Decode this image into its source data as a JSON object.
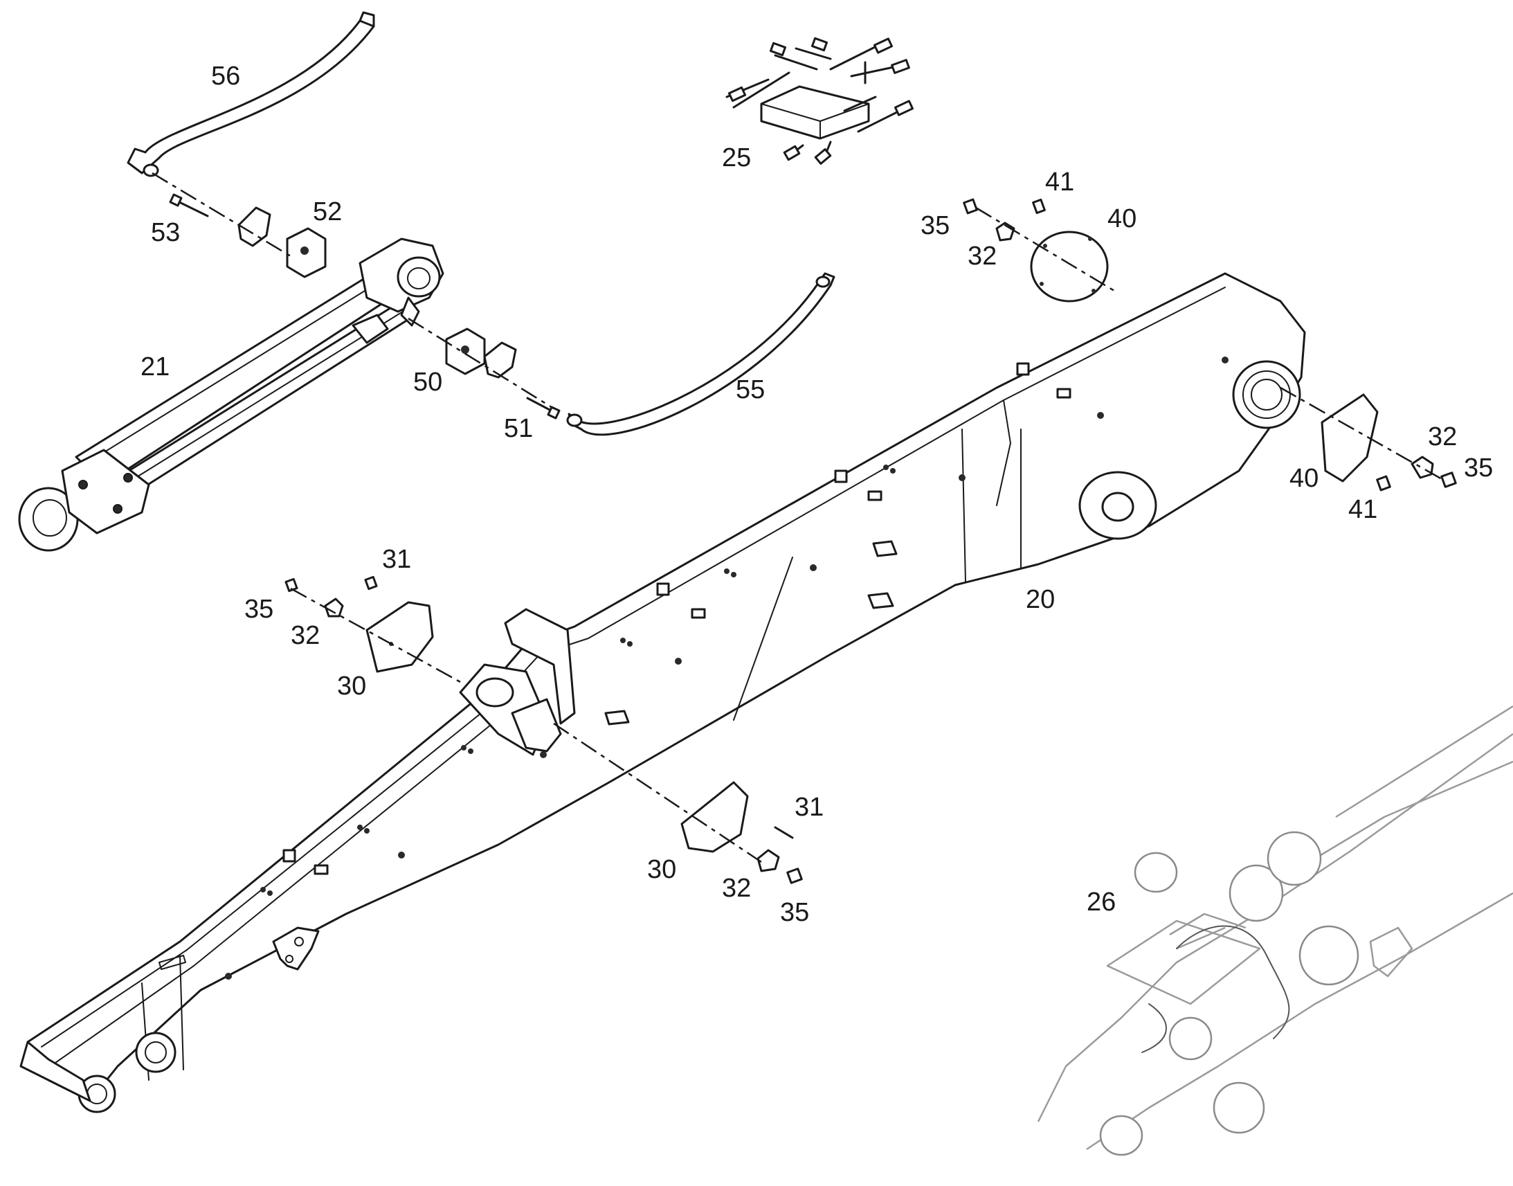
{
  "callouts": [
    {
      "id": "c56a",
      "text": "56"
    },
    {
      "id": "c25",
      "text": "25"
    },
    {
      "id": "c53",
      "text": "53"
    },
    {
      "id": "c52",
      "text": "52"
    },
    {
      "id": "c41a",
      "text": "41"
    },
    {
      "id": "c35a",
      "text": "35"
    },
    {
      "id": "c40a",
      "text": "40"
    },
    {
      "id": "c32a",
      "text": "32"
    },
    {
      "id": "c21",
      "text": "21"
    },
    {
      "id": "c50",
      "text": "50"
    },
    {
      "id": "c55",
      "text": "55"
    },
    {
      "id": "c51",
      "text": "51"
    },
    {
      "id": "c32b",
      "text": "32"
    },
    {
      "id": "c35b",
      "text": "35"
    },
    {
      "id": "c40b",
      "text": "40"
    },
    {
      "id": "c41b",
      "text": "41"
    },
    {
      "id": "c31a",
      "text": "31"
    },
    {
      "id": "c35c",
      "text": "35"
    },
    {
      "id": "c32c",
      "text": "32"
    },
    {
      "id": "c20",
      "text": "20"
    },
    {
      "id": "c30a",
      "text": "30"
    },
    {
      "id": "c31b",
      "text": "31"
    },
    {
      "id": "c30b",
      "text": "30"
    },
    {
      "id": "c32d",
      "text": "32"
    },
    {
      "id": "c35d",
      "text": "35"
    },
    {
      "id": "c26",
      "text": "26"
    }
  ],
  "colors": {
    "line": "#1a1a1a",
    "ghost": "#9a9a9a",
    "background": "#ffffff"
  }
}
